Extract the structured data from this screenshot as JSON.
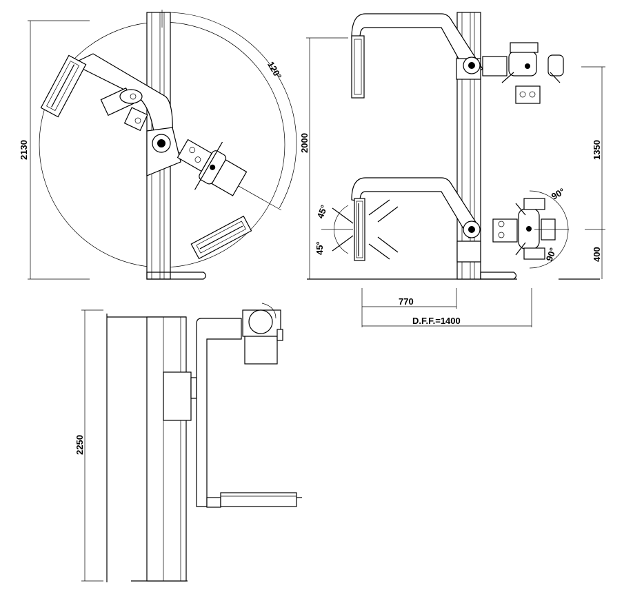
{
  "front_view_rotation": {
    "height_dimension": "2130",
    "rotation_angle": "120°"
  },
  "side_view_positions": {
    "height_dimension": "2000",
    "travel_dimension": "1350",
    "min_height_dimension": "400",
    "detector_tilt_up": "45°",
    "detector_tilt_down": "45°",
    "tube_rotation_up": "90°",
    "tube_rotation_down": "90°",
    "arm_reach_dimension": "770",
    "dff_dimension": "D.F.F.=1400"
  },
  "lateral_view": {
    "column_height_dimension": "2250"
  },
  "colors": {
    "line": "#000000",
    "background": "#ffffff"
  }
}
